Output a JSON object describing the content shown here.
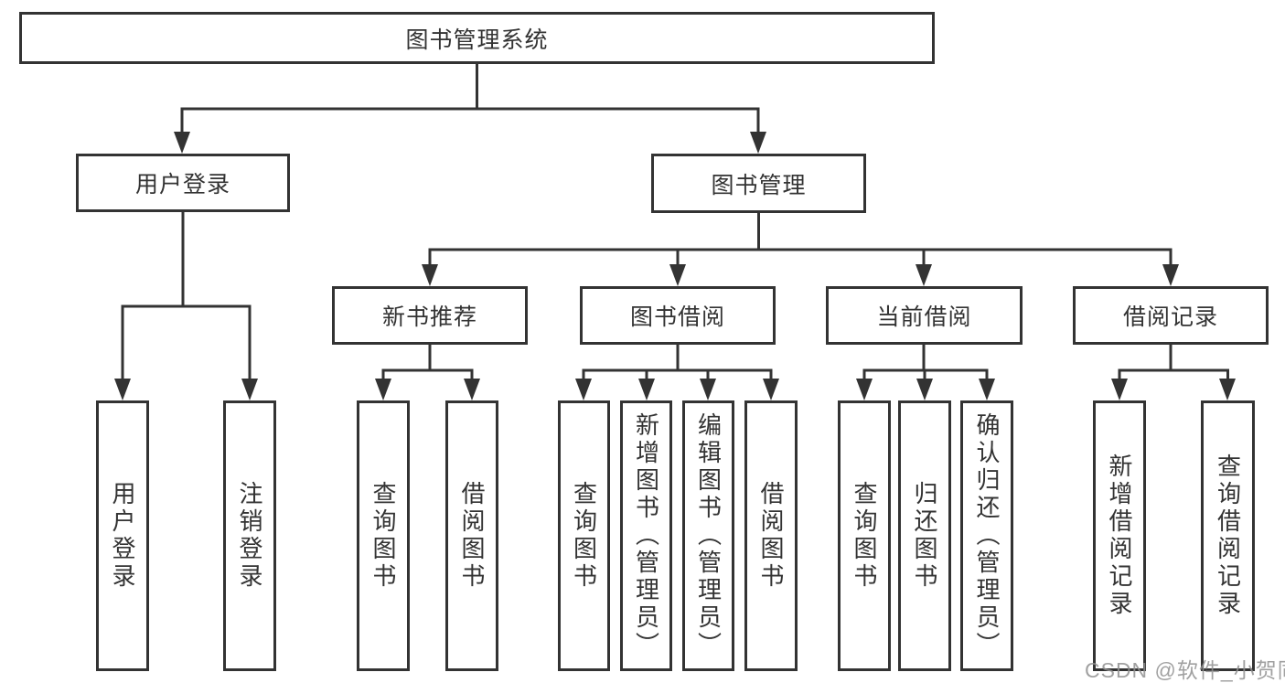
{
  "diagram": {
    "root": {
      "label": "图书管理系统"
    },
    "level2": [
      {
        "label": "用户登录"
      },
      {
        "label": "图书管理"
      }
    ],
    "level3": [
      {
        "label": "新书推荐"
      },
      {
        "label": "图书借阅"
      },
      {
        "label": "当前借阅"
      },
      {
        "label": "借阅记录"
      }
    ],
    "leaves": [
      {
        "label": "用户登录"
      },
      {
        "label": "注销登录"
      },
      {
        "label": "查询图书"
      },
      {
        "label": "借阅图书"
      },
      {
        "label": "查询图书"
      },
      {
        "label": "新增图书（管理员）"
      },
      {
        "label": "编辑图书（管理员）"
      },
      {
        "label": "借阅图书"
      },
      {
        "label": "查询图书"
      },
      {
        "label": "归还图书"
      },
      {
        "label": "确认归还（管理员）"
      },
      {
        "label": "新增借阅记录"
      },
      {
        "label": "查询借阅记录"
      }
    ],
    "watermark": "CSDN @软件_小贺同学",
    "colors": {
      "line": "#333333",
      "text": "#333333",
      "box_background": "#ffffff",
      "background": "#ffffff",
      "watermark": "#919191"
    }
  }
}
